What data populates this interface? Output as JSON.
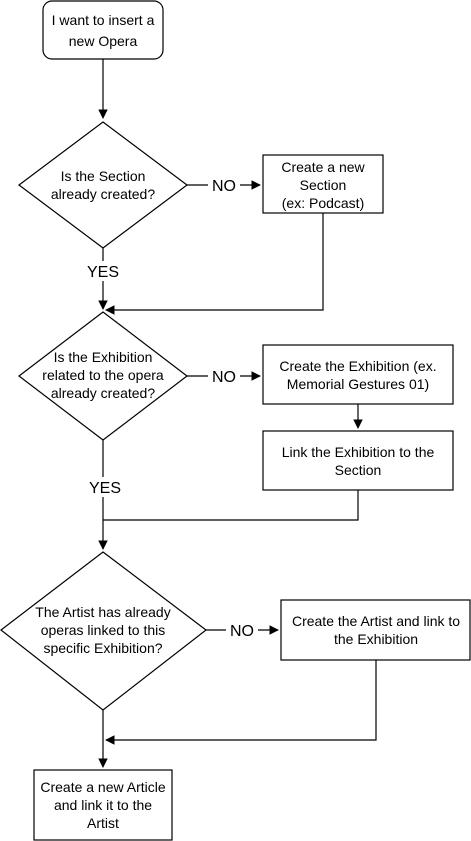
{
  "nodes": {
    "start": {
      "lines": [
        "I want to insert a",
        "new Opera"
      ]
    },
    "decision_section": {
      "lines": [
        "Is the Section",
        "already created?"
      ]
    },
    "create_section": {
      "lines": [
        "Create a new",
        "Section",
        "(ex: Podcast)"
      ]
    },
    "decision_exhibition": {
      "lines": [
        "Is the Exhibition",
        "related to the opera",
        "already created?"
      ]
    },
    "create_exhibition": {
      "lines": [
        "Create the Exhibition (ex.",
        "Memorial Gestures 01)"
      ]
    },
    "link_exhibition": {
      "lines": [
        "Link the Exhibition to the",
        "Section"
      ]
    },
    "decision_artist": {
      "lines": [
        "The Artist has already",
        "operas linked to this",
        "specific Exhibition?"
      ]
    },
    "create_artist": {
      "lines": [
        "Create the Artist and link to",
        "the Exhibition"
      ]
    },
    "create_article": {
      "lines": [
        "Create a new Article",
        "and link it to the",
        "Artist"
      ]
    }
  },
  "edge_labels": {
    "section_no": "NO",
    "section_yes": "YES",
    "exhibition_no": "NO",
    "exhibition_yes": "YES",
    "artist_no": "NO"
  },
  "colors": {
    "stroke": "#000000",
    "fill": "#ffffff",
    "text": "#000000"
  }
}
